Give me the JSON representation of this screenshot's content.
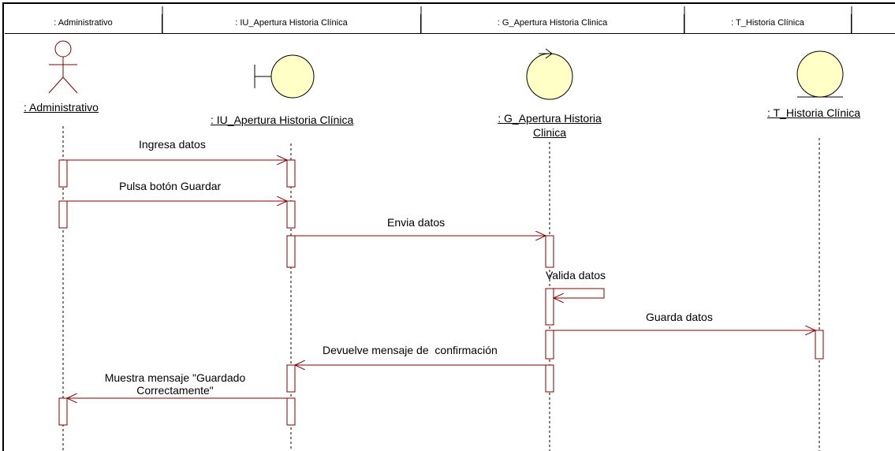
{
  "header": {
    "columns": [
      ": Administrativo",
      ": IU_Apertura Historia Clínica",
      ": G_Apertura Historia Clinica",
      ": T_Historia Clínica"
    ]
  },
  "objects": {
    "actor": ": Administrativo",
    "boundary": ": IU_Apertura Historia Clínica",
    "control_line1": ": G_Apertura Historia",
    "control_line2": "Clinica",
    "entity": ": T_Historia Clínica"
  },
  "messages": {
    "m1": "Ingresa datos",
    "m2": "Pulsa botón Guardar",
    "m3": "Envia datos",
    "m4": "Valida datos",
    "m5": "Guarda datos",
    "m6": "Devuelve mensaje de  confirmación",
    "m7_line1": "Muestra mensaje \"Guardado",
    "m7_line2": "Correctamente\""
  },
  "colors": {
    "object_fill": "#ffffc6",
    "line": "#000000",
    "arrow": "#800000"
  }
}
